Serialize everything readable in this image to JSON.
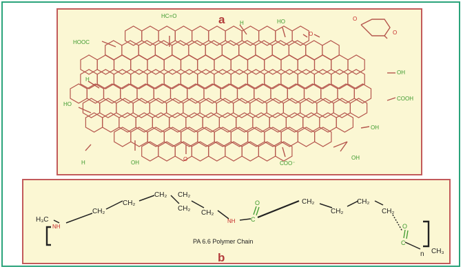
{
  "panel_a": {
    "letter": "a",
    "groups": {
      "aldehyde": "HC=O",
      "hooc_left": "HOOC",
      "h_top": "H",
      "ho_top": "HO",
      "h_left": "H",
      "ho_left": "HO",
      "h_bottom": "H",
      "oh_bottom": "OH",
      "o_bottom": "O",
      "coo_bottom": "COO⁻",
      "oh_bottom_right": "OH",
      "oh_right_1": "OH",
      "cooh_right": "COOH",
      "oh_right_2": "OH",
      "o_bridge": "O",
      "o_quinone_1": "O",
      "o_quinone_2": "O"
    },
    "colors": {
      "bond": "#b5564d",
      "group": "#3d9a2e",
      "background": "#fbf7d3"
    }
  },
  "panel_b": {
    "letter": "b",
    "caption": "PA 6.6 Polymer Chain",
    "groups": {
      "h3c": "H₃C",
      "nh_1": "NH",
      "ch2_1": "CH₂",
      "ch2_2": "CH₂",
      "ch2_3": "CH₂",
      "ch2_4": "CH₂",
      "ch2_5": "CH₂",
      "ch2_6": "CH₂",
      "nh_2": "NH",
      "c_1": "C",
      "o_1": "O",
      "ch2_7": "CH₂",
      "ch2_8": "CH₂",
      "ch2_9": "CH₂",
      "ch2_10": "CH₂",
      "c_2": "C",
      "o_2": "O",
      "ch3": "CH₃",
      "n": "n"
    }
  }
}
